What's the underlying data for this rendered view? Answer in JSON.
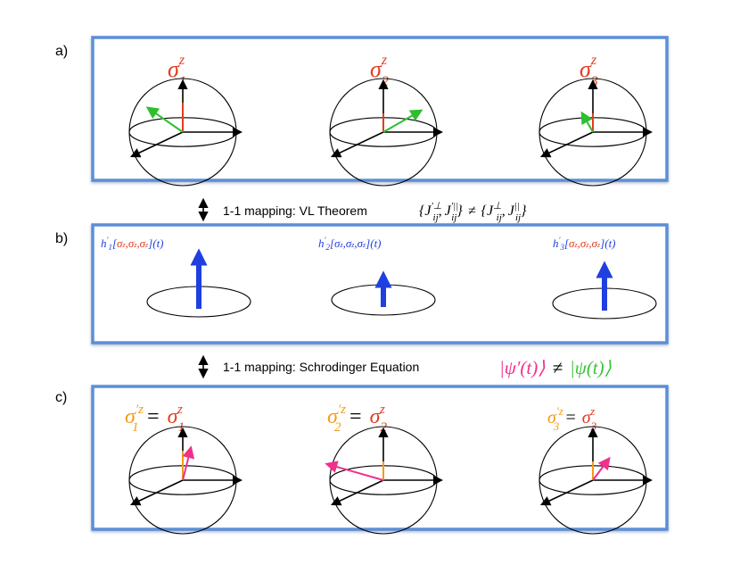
{
  "colors": {
    "panel_border": "#5b8fd6",
    "spin_red": "#e33b1f",
    "spin_green": "#2dbf2d",
    "field_blue": "#1f3fe0",
    "sigma_prime_orange": "#f39a1a",
    "psi_prime_pink": "#f0308a",
    "psi_green": "#37c437",
    "axis": "#000000"
  },
  "panels": {
    "a": {
      "label": "a)",
      "spheres": [
        {
          "sub": "1",
          "z_len": 0.55,
          "vec": [
            -0.65,
            0.45
          ]
        },
        {
          "sub": "2",
          "z_len": 0.35,
          "vec": [
            0.7,
            0.4
          ]
        },
        {
          "sub": "3",
          "z_len": 0.35,
          "vec": [
            -0.2,
            0.35
          ]
        }
      ]
    },
    "b": {
      "label": "b)",
      "fields": [
        {
          "sub": "1",
          "magnitude": 1.0
        },
        {
          "sub": "2",
          "magnitude": 0.55
        },
        {
          "sub": "3",
          "magnitude": 0.8
        }
      ]
    },
    "c": {
      "label": "c)",
      "spheres": [
        {
          "sub": "1",
          "z_len": 0.55,
          "vec": [
            0.15,
            0.6
          ]
        },
        {
          "sub": "2",
          "z_len": 0.35,
          "vec": [
            -1.05,
            0.3
          ]
        },
        {
          "sub": "3",
          "z_len": 0.35,
          "vec": [
            0.3,
            0.4
          ]
        }
      ]
    }
  },
  "mappings": {
    "first": {
      "text": "1-1 mapping: VL Theorem"
    },
    "second": {
      "text": "1-1 mapping: Schrodinger Equation"
    }
  },
  "math_tokens": {
    "sigma": "σ",
    "z": "z",
    "prime": "′",
    "h": "h",
    "t": "(t)",
    "equals": "=",
    "neq": "≠",
    "J": "J",
    "perp": "⊥",
    "para": "||",
    "ij": "ij",
    "psi": "ψ",
    "lbrace": "{",
    "rbrace": "}",
    "comma": ",",
    "ket_l": "|",
    "ket_r": "⟩",
    "lbr": "[",
    "rbr": "]"
  }
}
